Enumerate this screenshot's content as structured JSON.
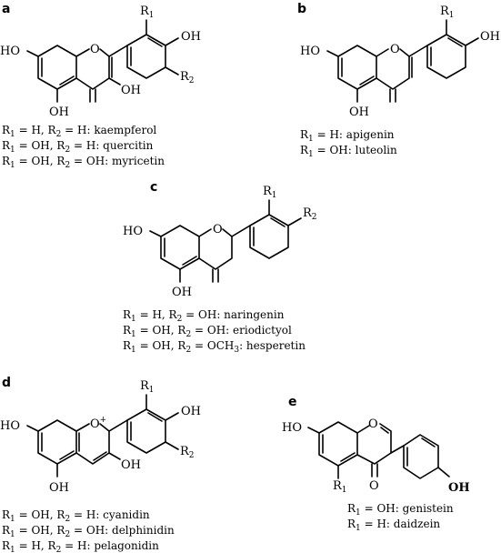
{
  "panels": {
    "a": {
      "letter": "a",
      "labels": {
        "oh_top": "OH",
        "oh_left": "HO",
        "oh_bottom": "OH",
        "oh_mid": "OH",
        "o_ring": "O",
        "r1": "R",
        "r1_sub": "1",
        "r2": "R",
        "r2_sub": "2"
      },
      "captions": [
        [
          "R",
          "1",
          " = H, R",
          "2",
          " = H: kaempferol"
        ],
        [
          "R",
          "1",
          " = OH, R",
          "2",
          " = H: quercitin"
        ],
        [
          "R",
          "1",
          " = OH, R",
          "2",
          " = OH: myricetin"
        ]
      ]
    },
    "b": {
      "letter": "b",
      "labels": {
        "oh_top": "OH",
        "oh_left": "HO",
        "oh_bottom": "OH",
        "o_ring": "O",
        "r1": "R",
        "r1_sub": "1"
      },
      "captions": [
        [
          "R",
          "1",
          " = H: apigenin",
          "",
          ""
        ],
        [
          "R",
          "1",
          " = OH: luteolin",
          "",
          ""
        ]
      ]
    },
    "c": {
      "letter": "c",
      "labels": {
        "oh_left": "HO",
        "oh_bottom": "OH",
        "o_ring": "O",
        "r1": "R",
        "r1_sub": "1",
        "r2": "R",
        "r2_sub": "2"
      },
      "captions": [
        [
          "R",
          "1",
          " = H, R",
          "2",
          " = OH: naringenin"
        ],
        [
          "R",
          "1",
          " = OH, R",
          "2",
          " = OH: eriodictyol"
        ],
        [
          "R",
          "1",
          " = OH, R",
          "2",
          " = OCH",
          "3",
          ": hesperetin"
        ]
      ]
    },
    "d": {
      "letter": "d",
      "labels": {
        "oh_top": "OH",
        "oh_left": "HO",
        "oh_bottom": "OH",
        "oh_mid": "OH",
        "o_ring": "O",
        "o_charge": "+",
        "r1": "R",
        "r1_sub": "1",
        "r2": "R",
        "r2_sub": "2"
      },
      "captions": [
        [
          "R",
          "1",
          " = OH, R",
          "2",
          " = H: cyanidin"
        ],
        [
          "R",
          "1",
          " = OH, R",
          "2",
          " = OH: delphinidin"
        ],
        [
          "R",
          "1",
          " = H, R",
          "2",
          " = H: pelagonidin"
        ]
      ]
    },
    "e": {
      "letter": "e",
      "labels": {
        "oh_left": "HO",
        "oh_right": "OH",
        "o_ring": "O",
        "o_keto": "O",
        "r1": "R",
        "r1_sub": "1"
      },
      "captions": [
        [
          "R",
          "1",
          " = OH: genistein",
          "",
          ""
        ],
        [
          "R",
          "1",
          " = H: daidzein",
          "",
          ""
        ]
      ]
    }
  }
}
